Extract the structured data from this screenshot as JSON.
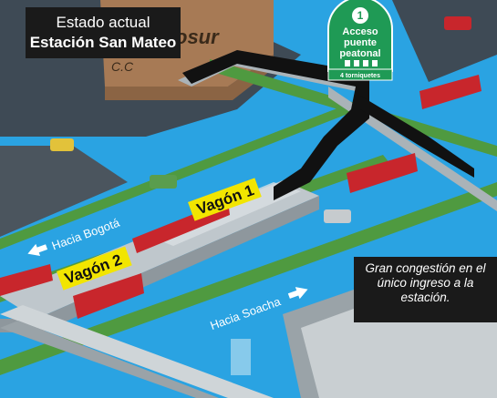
{
  "header": {
    "line1": "Estado actual",
    "line2": "Estación San Mateo"
  },
  "building_sign": {
    "text": "osur",
    "sub": "C.C"
  },
  "access_badge": {
    "number": "1",
    "line1": "Acceso",
    "line2": "puente",
    "line3": "peatonal",
    "turnstiles": "4 torniquetes"
  },
  "platforms": {
    "vagon1": "Vagón 1",
    "vagon2": "Vagón 2"
  },
  "directions": {
    "bogota": "Hacia Bogotá",
    "soacha": "Hacia Soacha"
  },
  "note": {
    "line1": "Gran congestión en el",
    "line2": "único ingreso a la",
    "line3": "estación."
  },
  "colors": {
    "road": "#2aa3e2",
    "median": "#4f9a40",
    "bus": "#c8262c",
    "badge": "#1f9a55",
    "platform_sign": "#f2e500",
    "dark_box": "#1a1a1a"
  }
}
